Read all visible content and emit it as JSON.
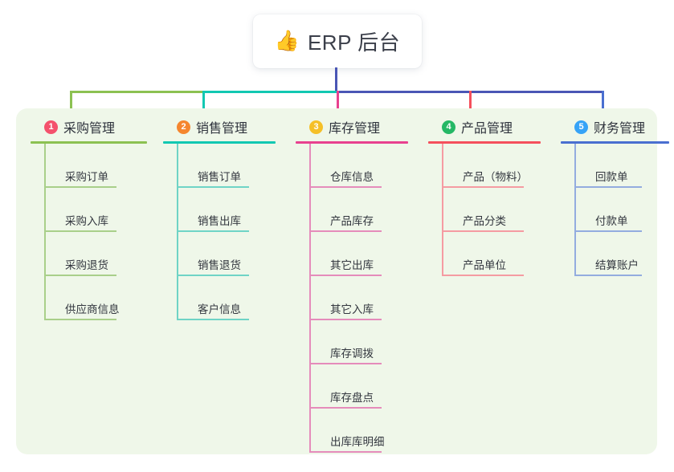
{
  "diagram": {
    "title_icon": "thumbs-up-icon",
    "title_icon_glyph": "👍",
    "root_label": "ERP 后台",
    "panel_background": "#eff7e9",
    "root_stem_color": "#4a56b5",
    "trunk_colors": [
      "#8cc152",
      "#12c8b2",
      "#4a56b5"
    ],
    "branches": [
      {
        "index": "1",
        "title": "采购管理",
        "badge_color": "#f4516c",
        "line_color": "#8cc152",
        "leaf_line_color": "#a9cf8a",
        "drop_color": "#8cc152",
        "items": [
          "采购订单",
          "采购入库",
          "采购退货",
          "供应商信息"
        ]
      },
      {
        "index": "2",
        "title": "销售管理",
        "badge_color": "#f5862e",
        "line_color": "#12c8b2",
        "leaf_line_color": "#6fd4c6",
        "drop_color": "#12c8b2",
        "items": [
          "销售订单",
          "销售出库",
          "销售退货",
          "客户信息"
        ]
      },
      {
        "index": "3",
        "title": "库存管理",
        "badge_color": "#f5c028",
        "line_color": "#e8418f",
        "leaf_line_color": "#e58cbb",
        "drop_color": "#e8418f",
        "items": [
          "仓库信息",
          "产品库存",
          "其它出库",
          "其它入库",
          "库存调拨",
          "库存盘点",
          "出库库明细"
        ]
      },
      {
        "index": "4",
        "title": "产品管理",
        "badge_color": "#25b865",
        "line_color": "#f5505c",
        "leaf_line_color": "#f59ba2",
        "drop_color": "#f5505c",
        "items": [
          "产品（物料）",
          "产品分类",
          "产品单位"
        ]
      },
      {
        "index": "5",
        "title": "财务管理",
        "badge_color": "#36a3f7",
        "line_color": "#4a6fd0",
        "leaf_line_color": "#93acdf",
        "drop_color": "#4a6fd0",
        "items": [
          "回款单",
          "付款单",
          "结算账户"
        ]
      }
    ]
  }
}
